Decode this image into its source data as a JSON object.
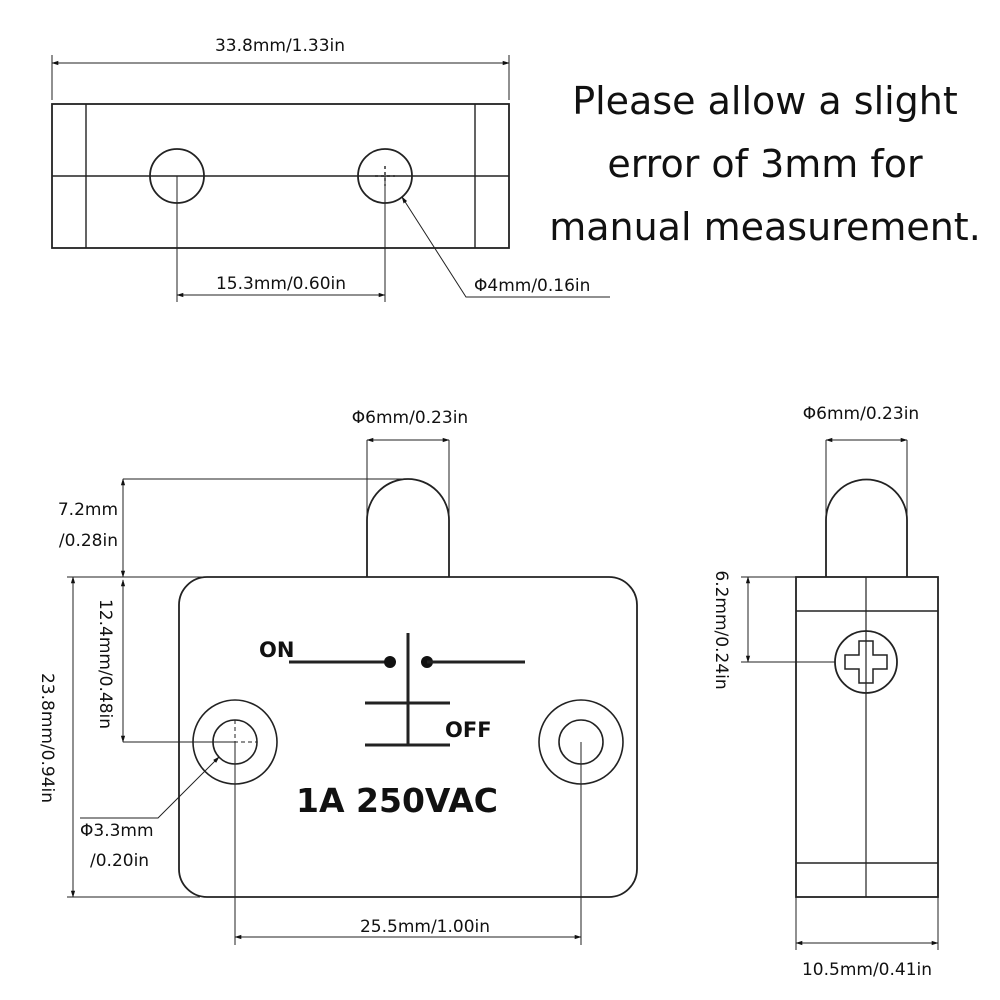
{
  "note": {
    "lines": [
      "Please allow a slight",
      "error of 3mm for",
      "manual measurement."
    ]
  },
  "top_view": {
    "width_label": "33.8mm/1.33in",
    "hole_spacing_label": "15.3mm/0.60in",
    "hole_diameter_label": "Φ4mm/0.16in"
  },
  "front_view": {
    "lever_diameter_label": "Φ6mm/0.23in",
    "lever_height_label_1": "7.2mm",
    "lever_height_label_2": "/0.28in",
    "hole_offset_label": "12.4mm/0.48in",
    "body_height_label": "23.8mm/0.94in",
    "mount_hole_label_1": "Φ3.3mm",
    "mount_hole_label_2": "/0.20in",
    "mount_spacing_label": "25.5mm/1.00in",
    "switch_on_label": "ON",
    "switch_off_label": "OFF",
    "rating_label": "1A 250VAC"
  },
  "side_view": {
    "lever_diameter_label": "Φ6mm/0.23in",
    "screw_offset_label": "6.2mm/0.24in",
    "depth_label": "10.5mm/0.41in"
  }
}
